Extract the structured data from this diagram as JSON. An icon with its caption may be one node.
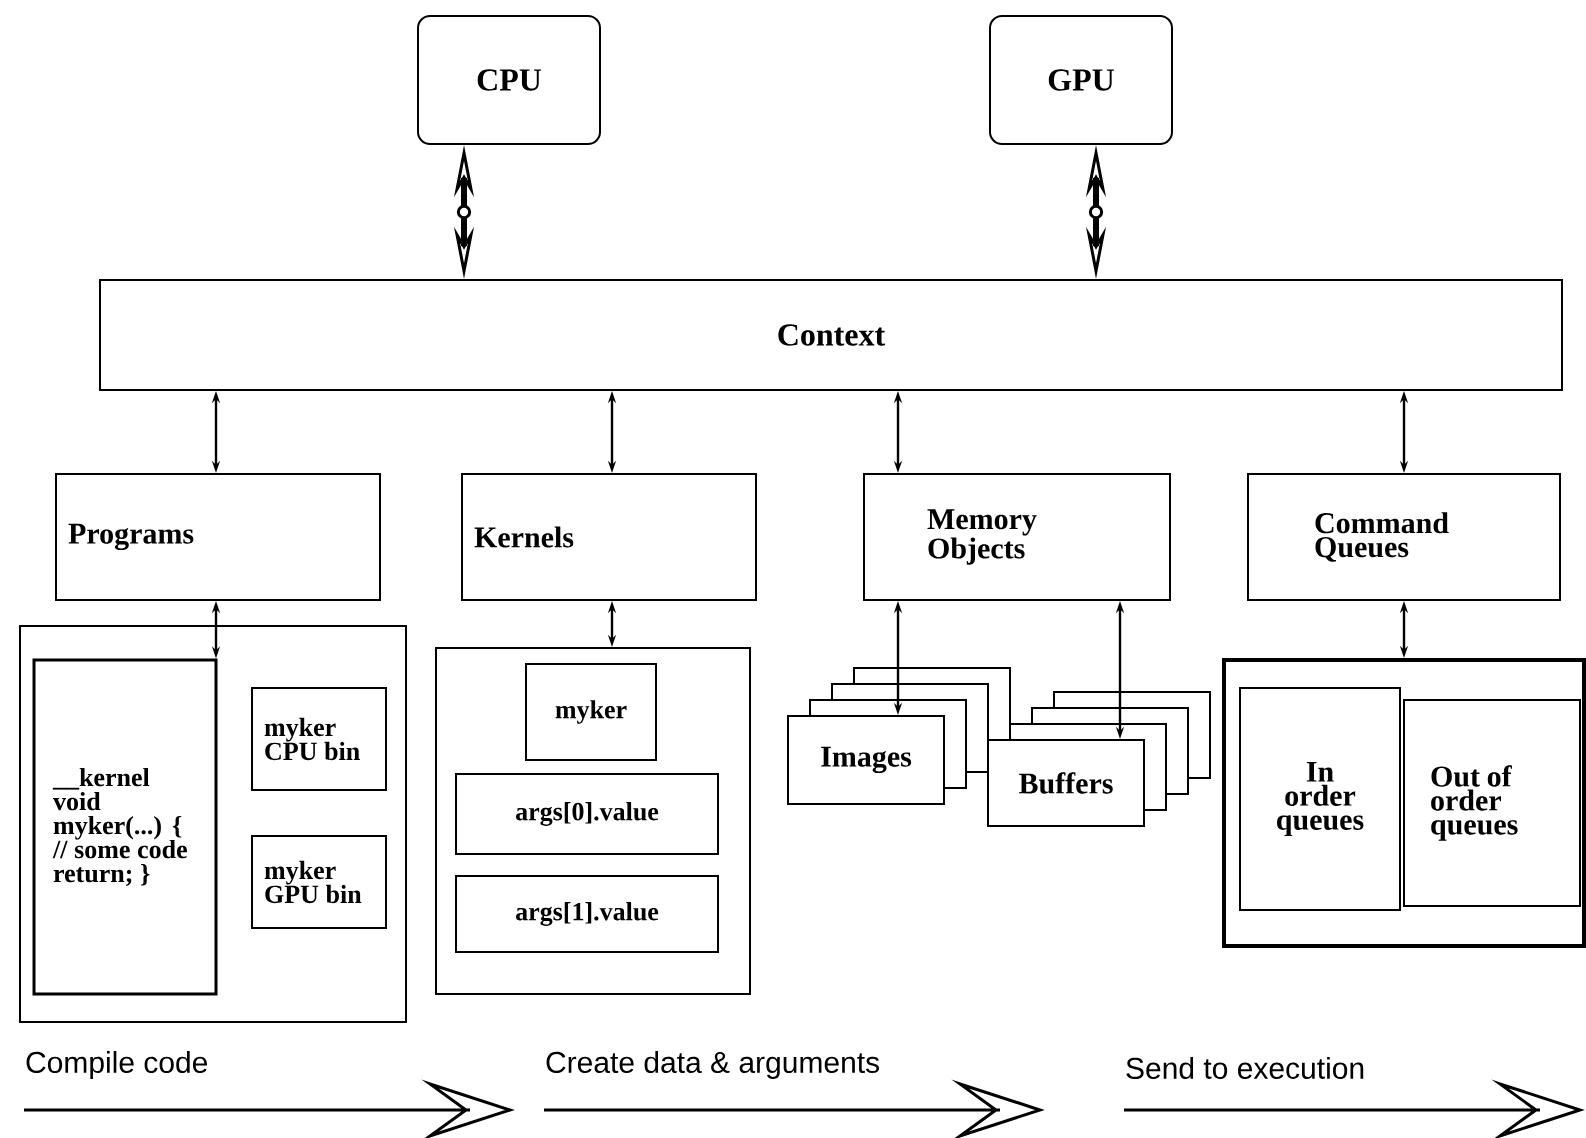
{
  "diagram": {
    "nodes": [
      {
        "text": [
          "CPU"
        ]
      },
      {
        "text": [
          "GPU"
        ]
      },
      {
        "text": [
          "Context"
        ]
      },
      {
        "text": [
          "Programs"
        ]
      },
      {
        "text": [
          "Kernels"
        ]
      },
      {
        "text": [
          "Memory Objects"
        ]
      },
      {
        "text": [
          "Command Queues"
        ]
      },
      {
        "text": [],
        "shape": "box"
      },
      {
        "text": [
          "__kernel void myker(...) { // some code return; }"
        ],
        "in": 7
      },
      {
        "text": [
          "myker CPU bin"
        ],
        "in": 7
      },
      {
        "text": [
          "myker GPU bin"
        ],
        "in": 7
      },
      {
        "text": [],
        "shape": "box"
      },
      {
        "text": [
          "myker"
        ],
        "in": 11
      },
      {
        "text": [
          "args[0].value"
        ],
        "in": 11
      },
      {
        "text": [
          "args[1].value"
        ],
        "in": 11
      },
      {
        "text": [
          "Images"
        ]
      },
      {
        "text": [
          "Buffers"
        ]
      },
      {
        "text": [],
        "shape": "box"
      },
      {
        "text": [
          "In order queues"
        ],
        "in": 17
      },
      {
        "text": [
          "Out of order queues"
        ],
        "in": 17
      }
    ],
    "edges": [
      {
        "from": 0,
        "to": 2,
        "arrow": "both",
        "style": "thick"
      },
      {
        "from": 1,
        "to": 2,
        "arrow": "both",
        "style": "thick"
      },
      {
        "from": 2,
        "to": 3,
        "arrow": "both"
      },
      {
        "from": 2,
        "to": 4,
        "arrow": "both"
      },
      {
        "from": 2,
        "to": 5,
        "arrow": "both"
      },
      {
        "from": 2,
        "to": 6,
        "arrow": "both"
      },
      {
        "from": 3,
        "to": 8,
        "arrow": "both"
      },
      {
        "from": 4,
        "to": 11,
        "arrow": "both"
      },
      {
        "from": 5,
        "to": 15,
        "arrow": "both"
      },
      {
        "from": 5,
        "to": 16,
        "arrow": "both"
      },
      {
        "from": 6,
        "to": 17,
        "arrow": "both"
      }
    ],
    "labels": [
      "Compile code",
      "Create data & arguments",
      "Send to execution"
    ]
  }
}
